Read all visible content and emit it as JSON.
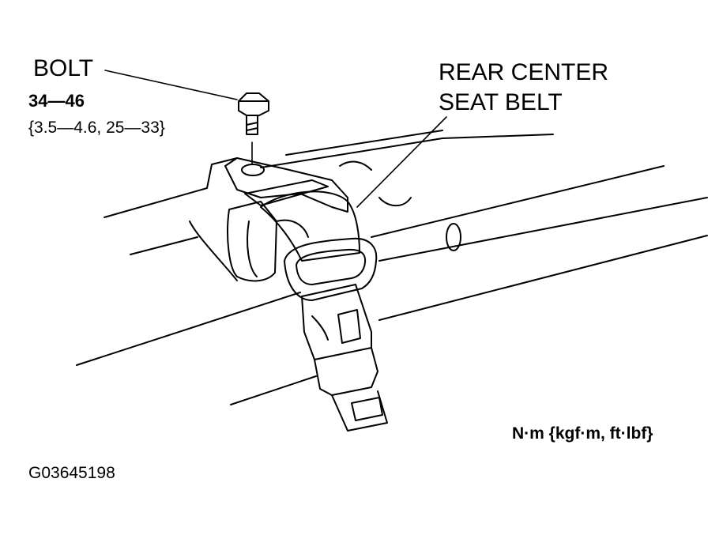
{
  "callouts": {
    "bolt_label": "BOLT",
    "bolt_torque_nm": "34—46",
    "bolt_torque_alt": "{3.5—4.6, 25—33}",
    "belt_label_line1": "REAR CENTER",
    "belt_label_line2": "SEAT BELT"
  },
  "units_note": "N·m {kgf·m, ft·lbf}",
  "figure_code": "G03645198",
  "colors": {
    "ink": "#000000",
    "paper": "#ffffff"
  }
}
